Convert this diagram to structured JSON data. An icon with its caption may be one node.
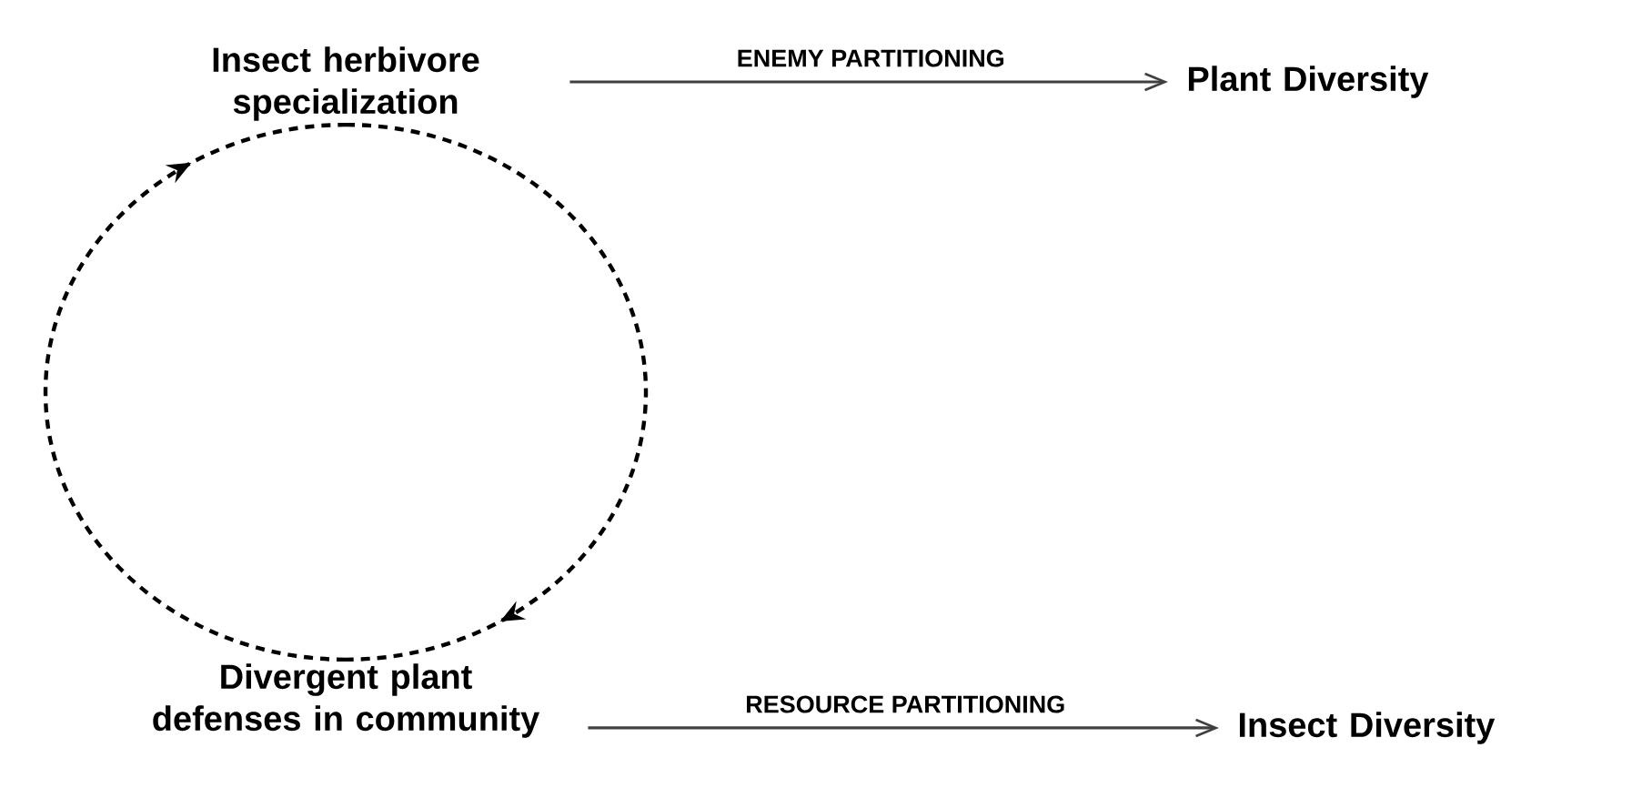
{
  "diagram": {
    "nodes": [
      {
        "text": [
          "Insect herbivore specialization"
        ]
      },
      {
        "text": [
          "Plant Diversity"
        ]
      },
      {
        "text": [
          "Divergent plant defenses in community"
        ]
      },
      {
        "text": [
          "Insect Diversity"
        ]
      }
    ],
    "edges": [
      {
        "from": 0,
        "to": 1,
        "arrow": "to",
        "label": "ENEMY PARTITIONING"
      },
      {
        "from": 2,
        "to": 3,
        "arrow": "to",
        "label": "RESOURCE PARTITIONING"
      },
      {
        "from": 2,
        "to": 0,
        "arrow": "to",
        "style": "dashed"
      },
      {
        "from": 0,
        "to": 2,
        "arrow": "to",
        "style": "dashed"
      }
    ]
  }
}
